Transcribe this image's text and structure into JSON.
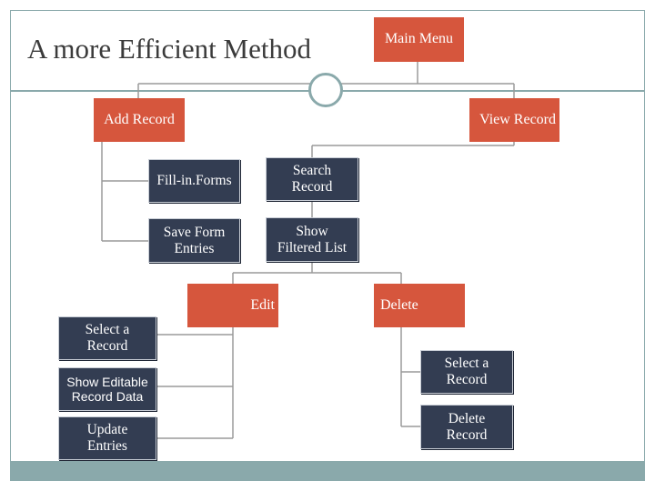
{
  "slide": {
    "title": "A more Efficient Method"
  },
  "nodes": {
    "main_menu": "Main Menu",
    "add_record": "Add Record",
    "view_record": "View Record",
    "fill_in_forms": "Fill-in.Forms",
    "save_form_entries_1": "Save Form",
    "save_form_entries_2": "Entries",
    "search_record_1": "Search",
    "search_record_2": "Record",
    "show_filtered_list_1": "Show",
    "show_filtered_list_2": "Filtered List",
    "edit": "Edit",
    "delete": "Delete",
    "edit_select_record_1": "Select a",
    "edit_select_record_2": "Record",
    "show_editable_1": "Show Editable",
    "show_editable_2": "Record Data",
    "update_entries_1": "Update",
    "update_entries_2": "Entries",
    "delete_select_record_1": "Select a",
    "delete_select_record_2": "Record",
    "delete_record_1": "Delete",
    "delete_record_2": "Record"
  },
  "colors": {
    "accent": "#d6563d",
    "navy": "#333d52",
    "frame": "#8aa9ab",
    "connector": "#9a9a9a"
  }
}
